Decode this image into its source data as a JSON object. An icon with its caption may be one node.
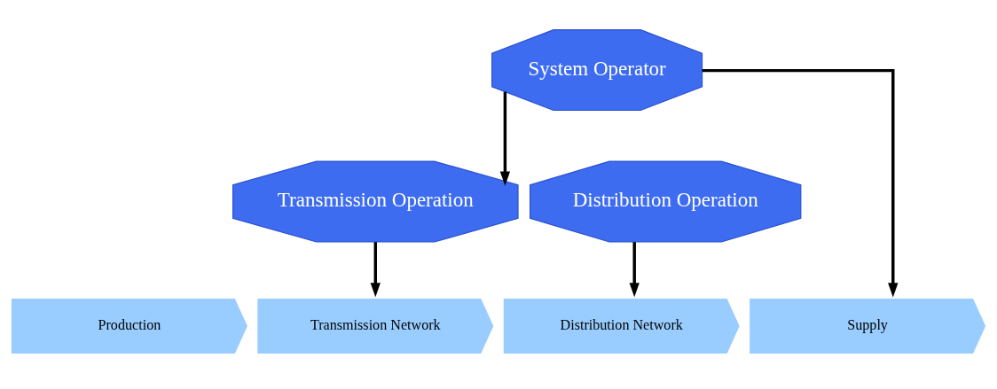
{
  "diagram": {
    "nodes": [
      {
        "text": [
          "System Operator"
        ]
      },
      {
        "text": [
          "Transmission Operation"
        ]
      },
      {
        "text": [
          "Distribution Operation"
        ]
      },
      {
        "text": [
          "Production"
        ]
      },
      {
        "text": [
          "Transmission Network"
        ]
      },
      {
        "text": [
          "Distribution Network"
        ]
      },
      {
        "text": [
          "Supply"
        ]
      }
    ],
    "edges": [
      {
        "from": 0,
        "to": 1,
        "arrow": "to"
      },
      {
        "from": 1,
        "to": 4,
        "arrow": "to"
      },
      {
        "from": 2,
        "to": 5,
        "arrow": "to"
      },
      {
        "from": 0,
        "to": 6,
        "arrow": "to"
      }
    ]
  }
}
